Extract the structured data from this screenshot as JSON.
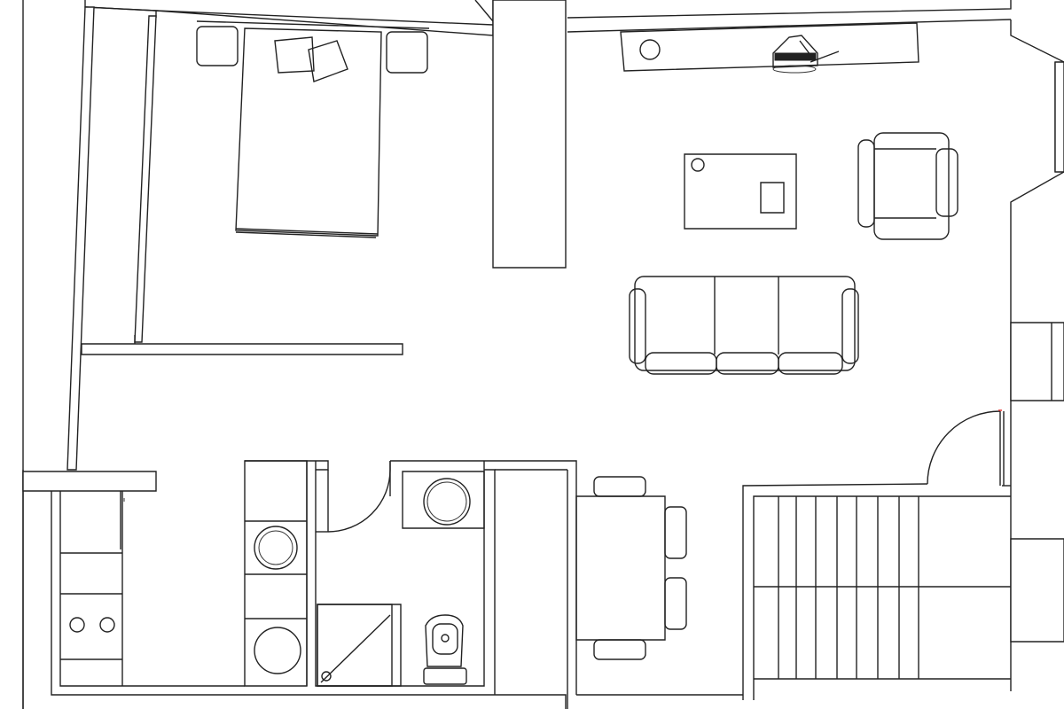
{
  "plan": {
    "rooms": [
      "bedroom",
      "living-room",
      "kitchen",
      "laundry",
      "bathroom",
      "stairwell"
    ],
    "colors": {
      "line": "#222222",
      "background": "#ffffff",
      "door_marker": "#e53935"
    }
  }
}
